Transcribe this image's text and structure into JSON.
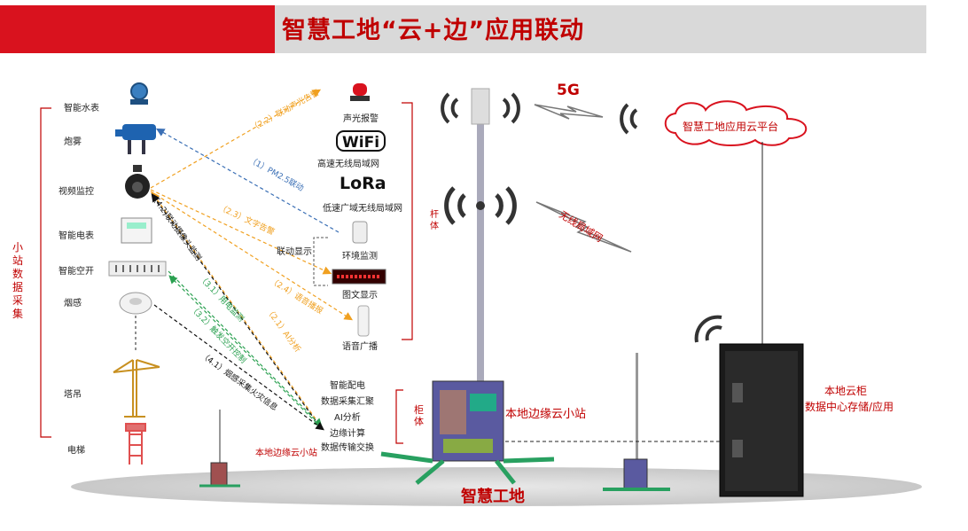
{
  "title": "智慧工地“云+边”应用联动",
  "left_group_label": "小站数据采集",
  "devices": [
    "智能水表",
    "炮雾",
    "视频监控",
    "智能电表",
    "智能空开",
    "烟感",
    "塔吊",
    "电梯"
  ],
  "right_devices": {
    "alarm": "声光报警",
    "wifi_logo": "WiFi",
    "wifi": "高速无线局域网",
    "lora_logo": "LoRa",
    "lora": "低速广域无线局域网",
    "env": "环境监测",
    "display": "图文显示",
    "link_display": "联动显示",
    "broadcast": "语音广播"
  },
  "pole_label": "杆体",
  "cabinet_label": "柜体",
  "cabinet_functions": [
    "智能配电",
    "数据采集汇聚",
    "AI分析",
    "边缘计算",
    "数据传输交换"
  ],
  "flows": {
    "f22": "（2.2）联动声光告警",
    "f1": "（1）PM2.5联动",
    "f23": "（2.3）文字告警",
    "f24": "（2.4）语音播报",
    "f21": "（2.1）AI分析",
    "f42": "（4.2)联动摄像头监测",
    "f31": "（3.1）用电监测",
    "f32": "（3.2）触发空开控制",
    "f41": "（4.1）烟感采集火灾信息"
  },
  "network": {
    "five_g": "5G",
    "cloud": "智慧工地应用云平台",
    "wlan": "无线局域网"
  },
  "edge_station": "本地边缘云小站",
  "edge_station_small": "本地边缘云小站",
  "site": "智慧工地",
  "local_cabinet_line1": "本地云柜",
  "local_cabinet_line2": "数据中心存储/应用",
  "colors": {
    "accent": "#c00000",
    "brand_red": "#d9121e",
    "orange": "#f0a020",
    "blue": "#3a6fb5",
    "green": "#2aa050"
  }
}
